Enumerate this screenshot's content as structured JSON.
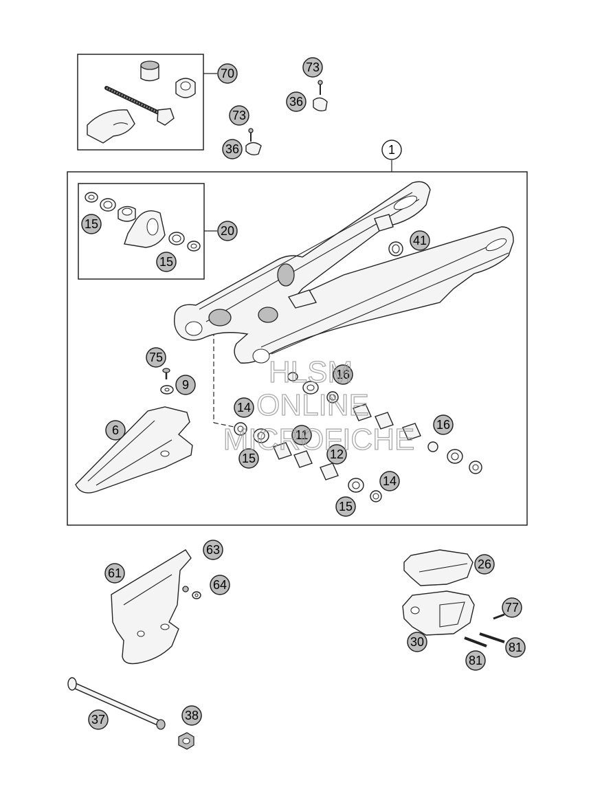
{
  "watermark": {
    "line1": "HLSM",
    "line2": "ONLINE",
    "line3": "MICROFICHE"
  },
  "callouts": {
    "c1": "1",
    "c70": "70",
    "c73a": "73",
    "c36a": "36",
    "c73b": "73",
    "c36b": "36",
    "c20": "20",
    "c15a": "15",
    "c15b": "15",
    "c41": "41",
    "c75": "75",
    "c9": "9",
    "c6": "6",
    "c14a": "14",
    "c11": "11",
    "c15c": "15",
    "c12": "12",
    "c16a": "16",
    "c16b": "16",
    "c14b": "14",
    "c15d": "15",
    "c63": "63",
    "c61": "61",
    "c64": "64",
    "c26": "26",
    "c77": "77",
    "c30": "30",
    "c81a": "81",
    "c81b": "81",
    "c37": "37",
    "c38": "38"
  }
}
